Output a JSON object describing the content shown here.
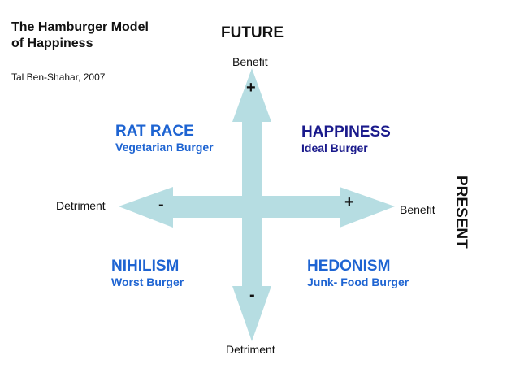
{
  "title": {
    "line1": "The Hamburger Model",
    "line2": "of Happiness",
    "author": "Tal Ben-Shahar, 2007"
  },
  "axes": {
    "vertical": {
      "title": "FUTURE",
      "top_label": "Benefit",
      "bottom_label": "Detriment",
      "top_sign": "+",
      "bottom_sign": "-"
    },
    "horizontal": {
      "title": "PRESENT",
      "left_label": "Detriment",
      "right_label": "Benefit",
      "left_sign": "-",
      "right_sign": "+"
    },
    "arrow_color": "#b6dde2"
  },
  "quadrants": {
    "top_left": {
      "title": "RAT RACE",
      "subtitle": "Vegetarian Burger",
      "color": "#1e64d2"
    },
    "top_right": {
      "title": "HAPPINESS",
      "subtitle": "Ideal Burger",
      "color": "#1a1a8c"
    },
    "bottom_left": {
      "title": "NIHILISM",
      "subtitle": "Worst Burger",
      "color": "#1e64d2"
    },
    "bottom_right": {
      "title": "HEDONISM",
      "subtitle": "Junk- Food Burger",
      "color": "#1e64d2"
    }
  }
}
